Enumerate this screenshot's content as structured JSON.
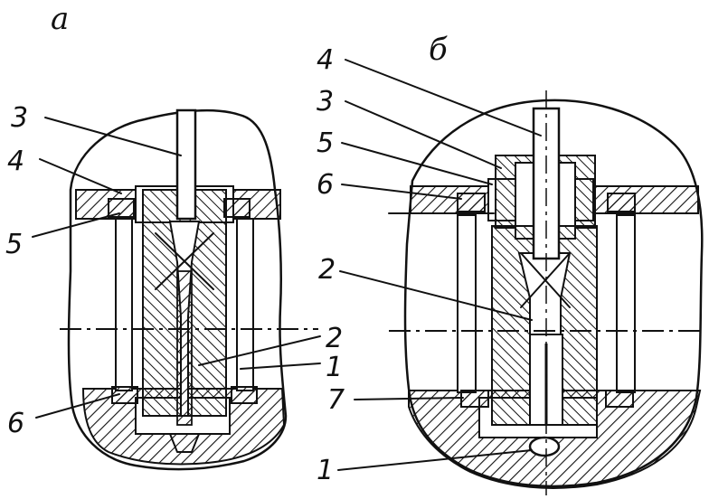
{
  "panels": [
    {
      "id": "a",
      "label": "а",
      "callouts": [
        "3",
        "4",
        "5",
        "6",
        "2",
        "1"
      ]
    },
    {
      "id": "b",
      "label": "б",
      "callouts": [
        "4",
        "3",
        "5",
        "6",
        "2",
        "7",
        "1"
      ]
    }
  ],
  "colors": {
    "ink": "#111111",
    "paper": "#ffffff"
  }
}
